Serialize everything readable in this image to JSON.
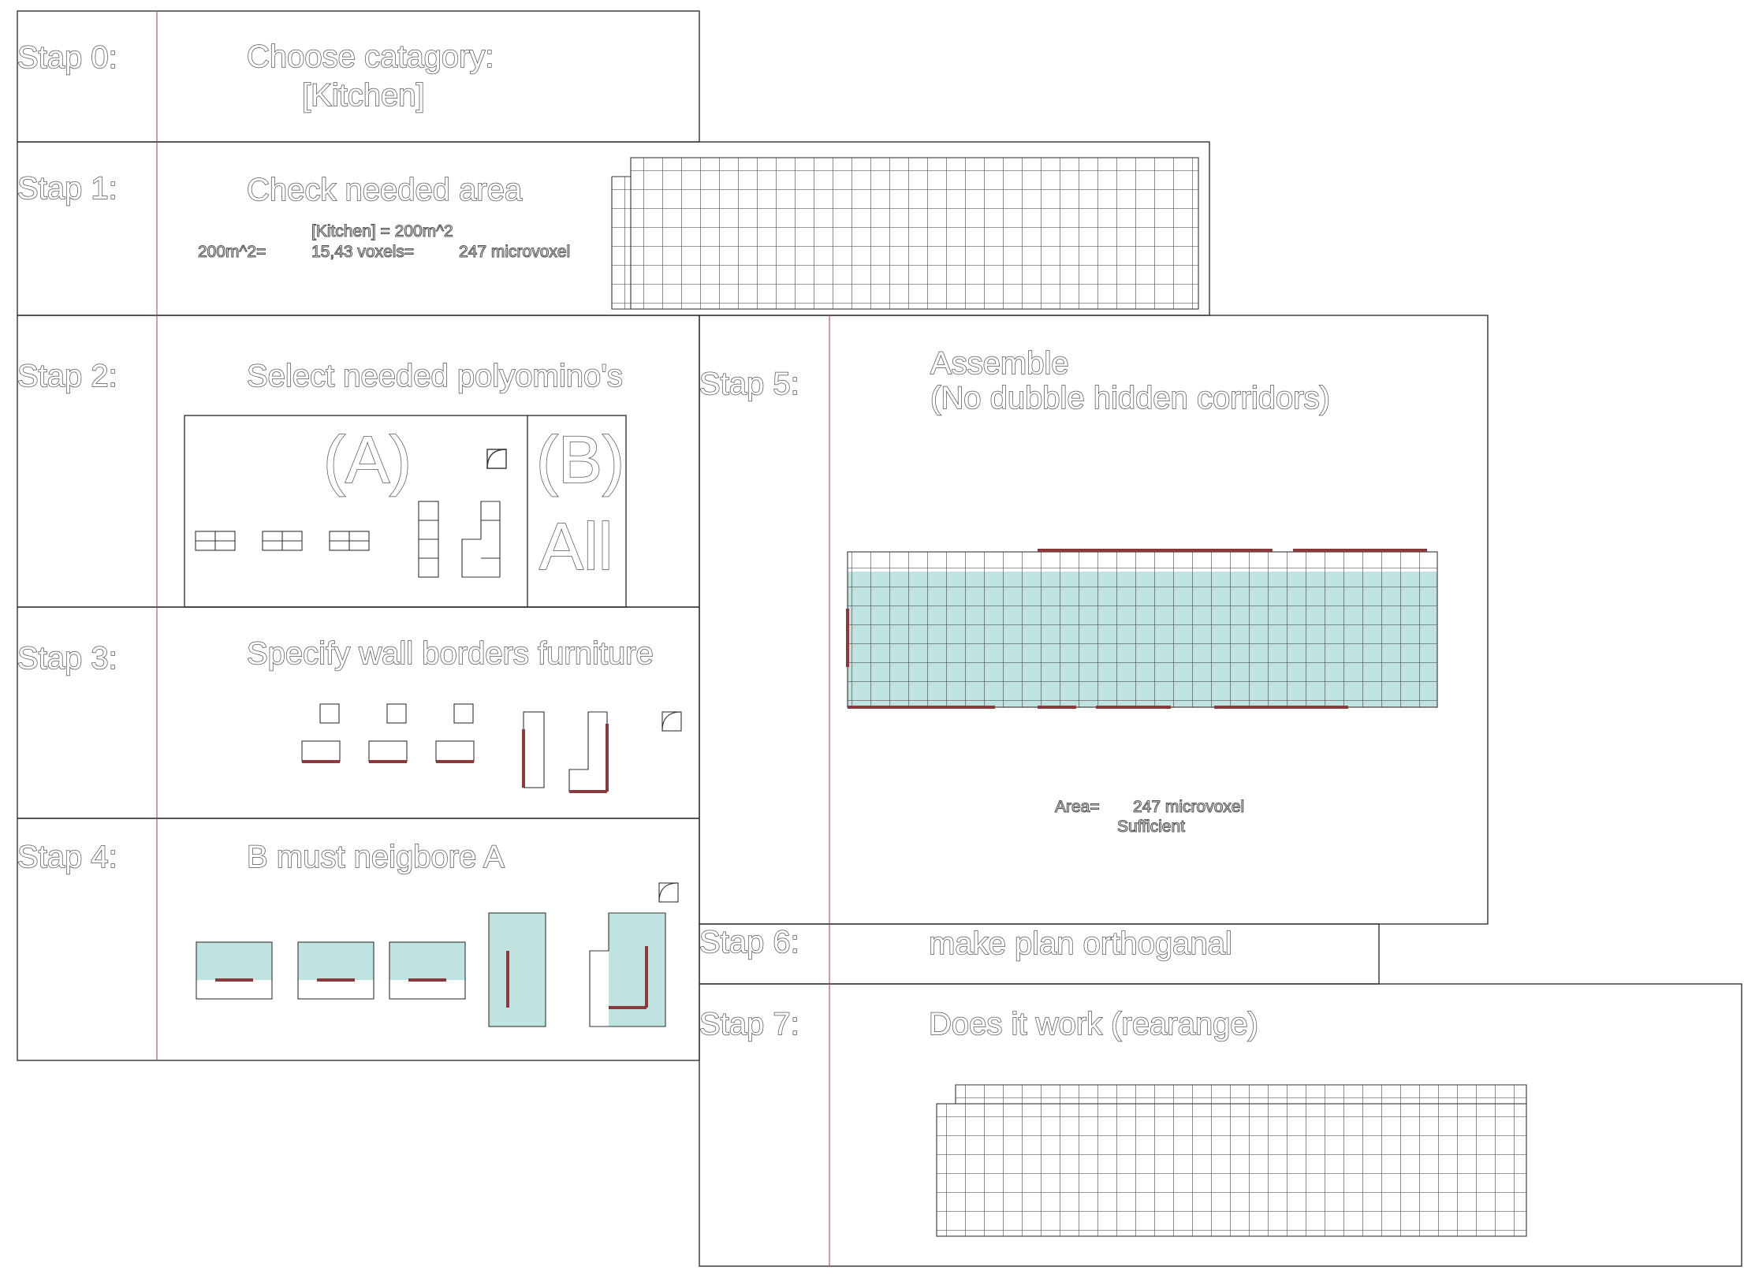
{
  "steps": [
    {
      "id": "s0",
      "label": "Stap 0:",
      "title_lines": [
        "Choose catagory:",
        "[Kitchen]"
      ]
    },
    {
      "id": "s1",
      "label": "Stap 1:",
      "title_lines": [
        "Check needed area"
      ],
      "formula": "[Kitchen] = 200m^2",
      "conversion": {
        "a": "200m^2=",
        "b": "15,43 voxels=",
        "c": "247 microvoxel"
      }
    },
    {
      "id": "s2",
      "label": "Stap 2:",
      "title_lines": [
        "Select needed polyomino's"
      ],
      "group_a": "(A)",
      "group_b": "(B)",
      "group_b_value": "All"
    },
    {
      "id": "s3",
      "label": "Stap 3:",
      "title_lines": [
        "Specify wall borders furniture"
      ]
    },
    {
      "id": "s4",
      "label": "Stap 4:",
      "title_lines": [
        "B must neigbore A"
      ]
    },
    {
      "id": "s5",
      "label": "Stap 5:",
      "title_lines": [
        "Assemble",
        "(No dubble hidden corridors)"
      ],
      "area_label": "Area=",
      "area_value": "247 microvoxel",
      "status": "Sufficient"
    },
    {
      "id": "s6",
      "label": "Stap 6:",
      "title_lines": [
        "make plan orthoganal"
      ]
    },
    {
      "id": "s7",
      "label": "Stap 7:",
      "title_lines": [
        "Does it work (rearange)"
      ]
    }
  ],
  "colors": {
    "cyan_fill": "#bfe3e1",
    "wall": "#8a3a3a",
    "divider": "#b06060",
    "line": "#333333"
  }
}
